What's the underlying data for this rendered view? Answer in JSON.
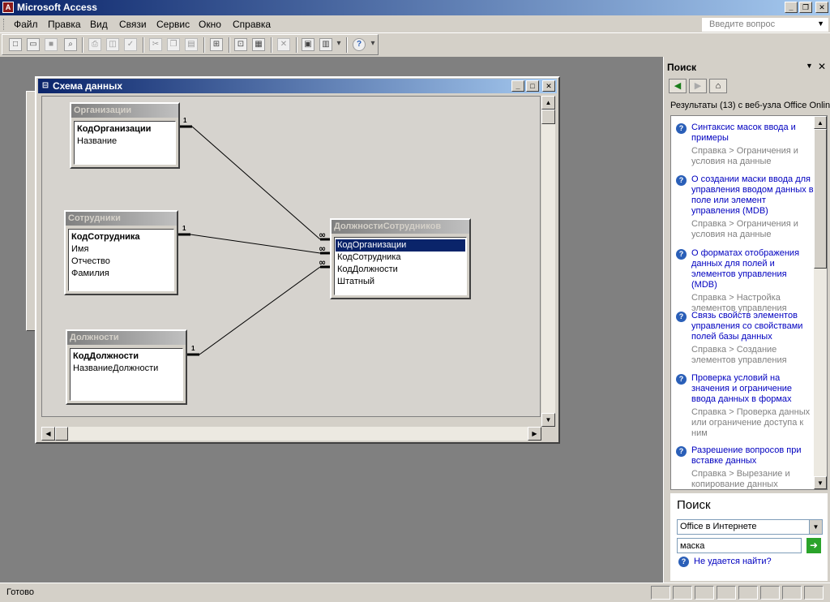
{
  "app": {
    "title": "Microsoft Access",
    "window_buttons": [
      "_",
      "❐",
      "✕"
    ]
  },
  "menu": {
    "items": [
      "Файл",
      "Правка",
      "Вид",
      "Связи",
      "Сервис",
      "Окно",
      "Справка"
    ],
    "help_placeholder": "Введите вопрос"
  },
  "toolbar": {
    "buttons": [
      "new-icon",
      "open-icon",
      "save-icon",
      "file-search-icon",
      "print-icon",
      "print-preview-icon",
      "spelling-icon",
      "cut-icon",
      "copy-icon",
      "paste-icon",
      "show-table-icon",
      "show-direct-icon",
      "show-all-icon",
      "delete-icon",
      "database-window-icon",
      "new-object-icon",
      "help-icon"
    ]
  },
  "child_window": {
    "title": "Схема данных"
  },
  "tables": [
    {
      "title": "Организации",
      "fields": [
        {
          "name": "КодОрганизации",
          "pk": true
        },
        {
          "name": "Название",
          "pk": false
        }
      ]
    },
    {
      "title": "Сотрудники",
      "fields": [
        {
          "name": "КодСотрудника",
          "pk": true
        },
        {
          "name": "Имя",
          "pk": false
        },
        {
          "name": "Отчество",
          "pk": false
        },
        {
          "name": "Фамилия",
          "pk": false
        }
      ]
    },
    {
      "title": "Должности",
      "fields": [
        {
          "name": "КодДолжности",
          "pk": true
        },
        {
          "name": "НазваниеДолжности",
          "pk": false
        }
      ]
    },
    {
      "title": "ДолжностиСотрудников",
      "fields": [
        {
          "name": "КодОрганизации",
          "pk": false,
          "selected": true
        },
        {
          "name": "КодСотрудника",
          "pk": false
        },
        {
          "name": "КодДолжности",
          "pk": false
        },
        {
          "name": "Штатный",
          "pk": false
        }
      ]
    }
  ],
  "relations": {
    "one_label": "1",
    "many_label": "∞"
  },
  "task_pane": {
    "title": "Поиск",
    "results_caption": "Результаты (13) с веб-узла Office Online",
    "results": [
      {
        "title": "Синтаксис масок ввода и примеры",
        "path": "Справка > Ограничения и условия на данные"
      },
      {
        "title": "О создании маски ввода для управления вводом данных в поле или элемент управления (MDB)",
        "path": "Справка > Ограничения и условия на данные"
      },
      {
        "title": "О форматах отображения данных для полей и элементов управления (MDB)",
        "path": "Справка > Настройка элементов управления"
      },
      {
        "title": "Связь свойств элементов управления со свойствами полей базы данных",
        "path": "Справка > Создание элементов управления"
      },
      {
        "title": "Проверка условий на значения и ограничение ввода данных в формах",
        "path": "Справка > Проверка данных или ограничение доступа к ним"
      },
      {
        "title": "Разрешение вопросов при вставке данных",
        "path": "Справка > Вырезание и копирование данных"
      }
    ],
    "search_title": "Поиск",
    "scope": "Office в Интернете",
    "query": "маска",
    "cant_find": "Не удается найти?"
  },
  "status": {
    "text": "Готово"
  }
}
